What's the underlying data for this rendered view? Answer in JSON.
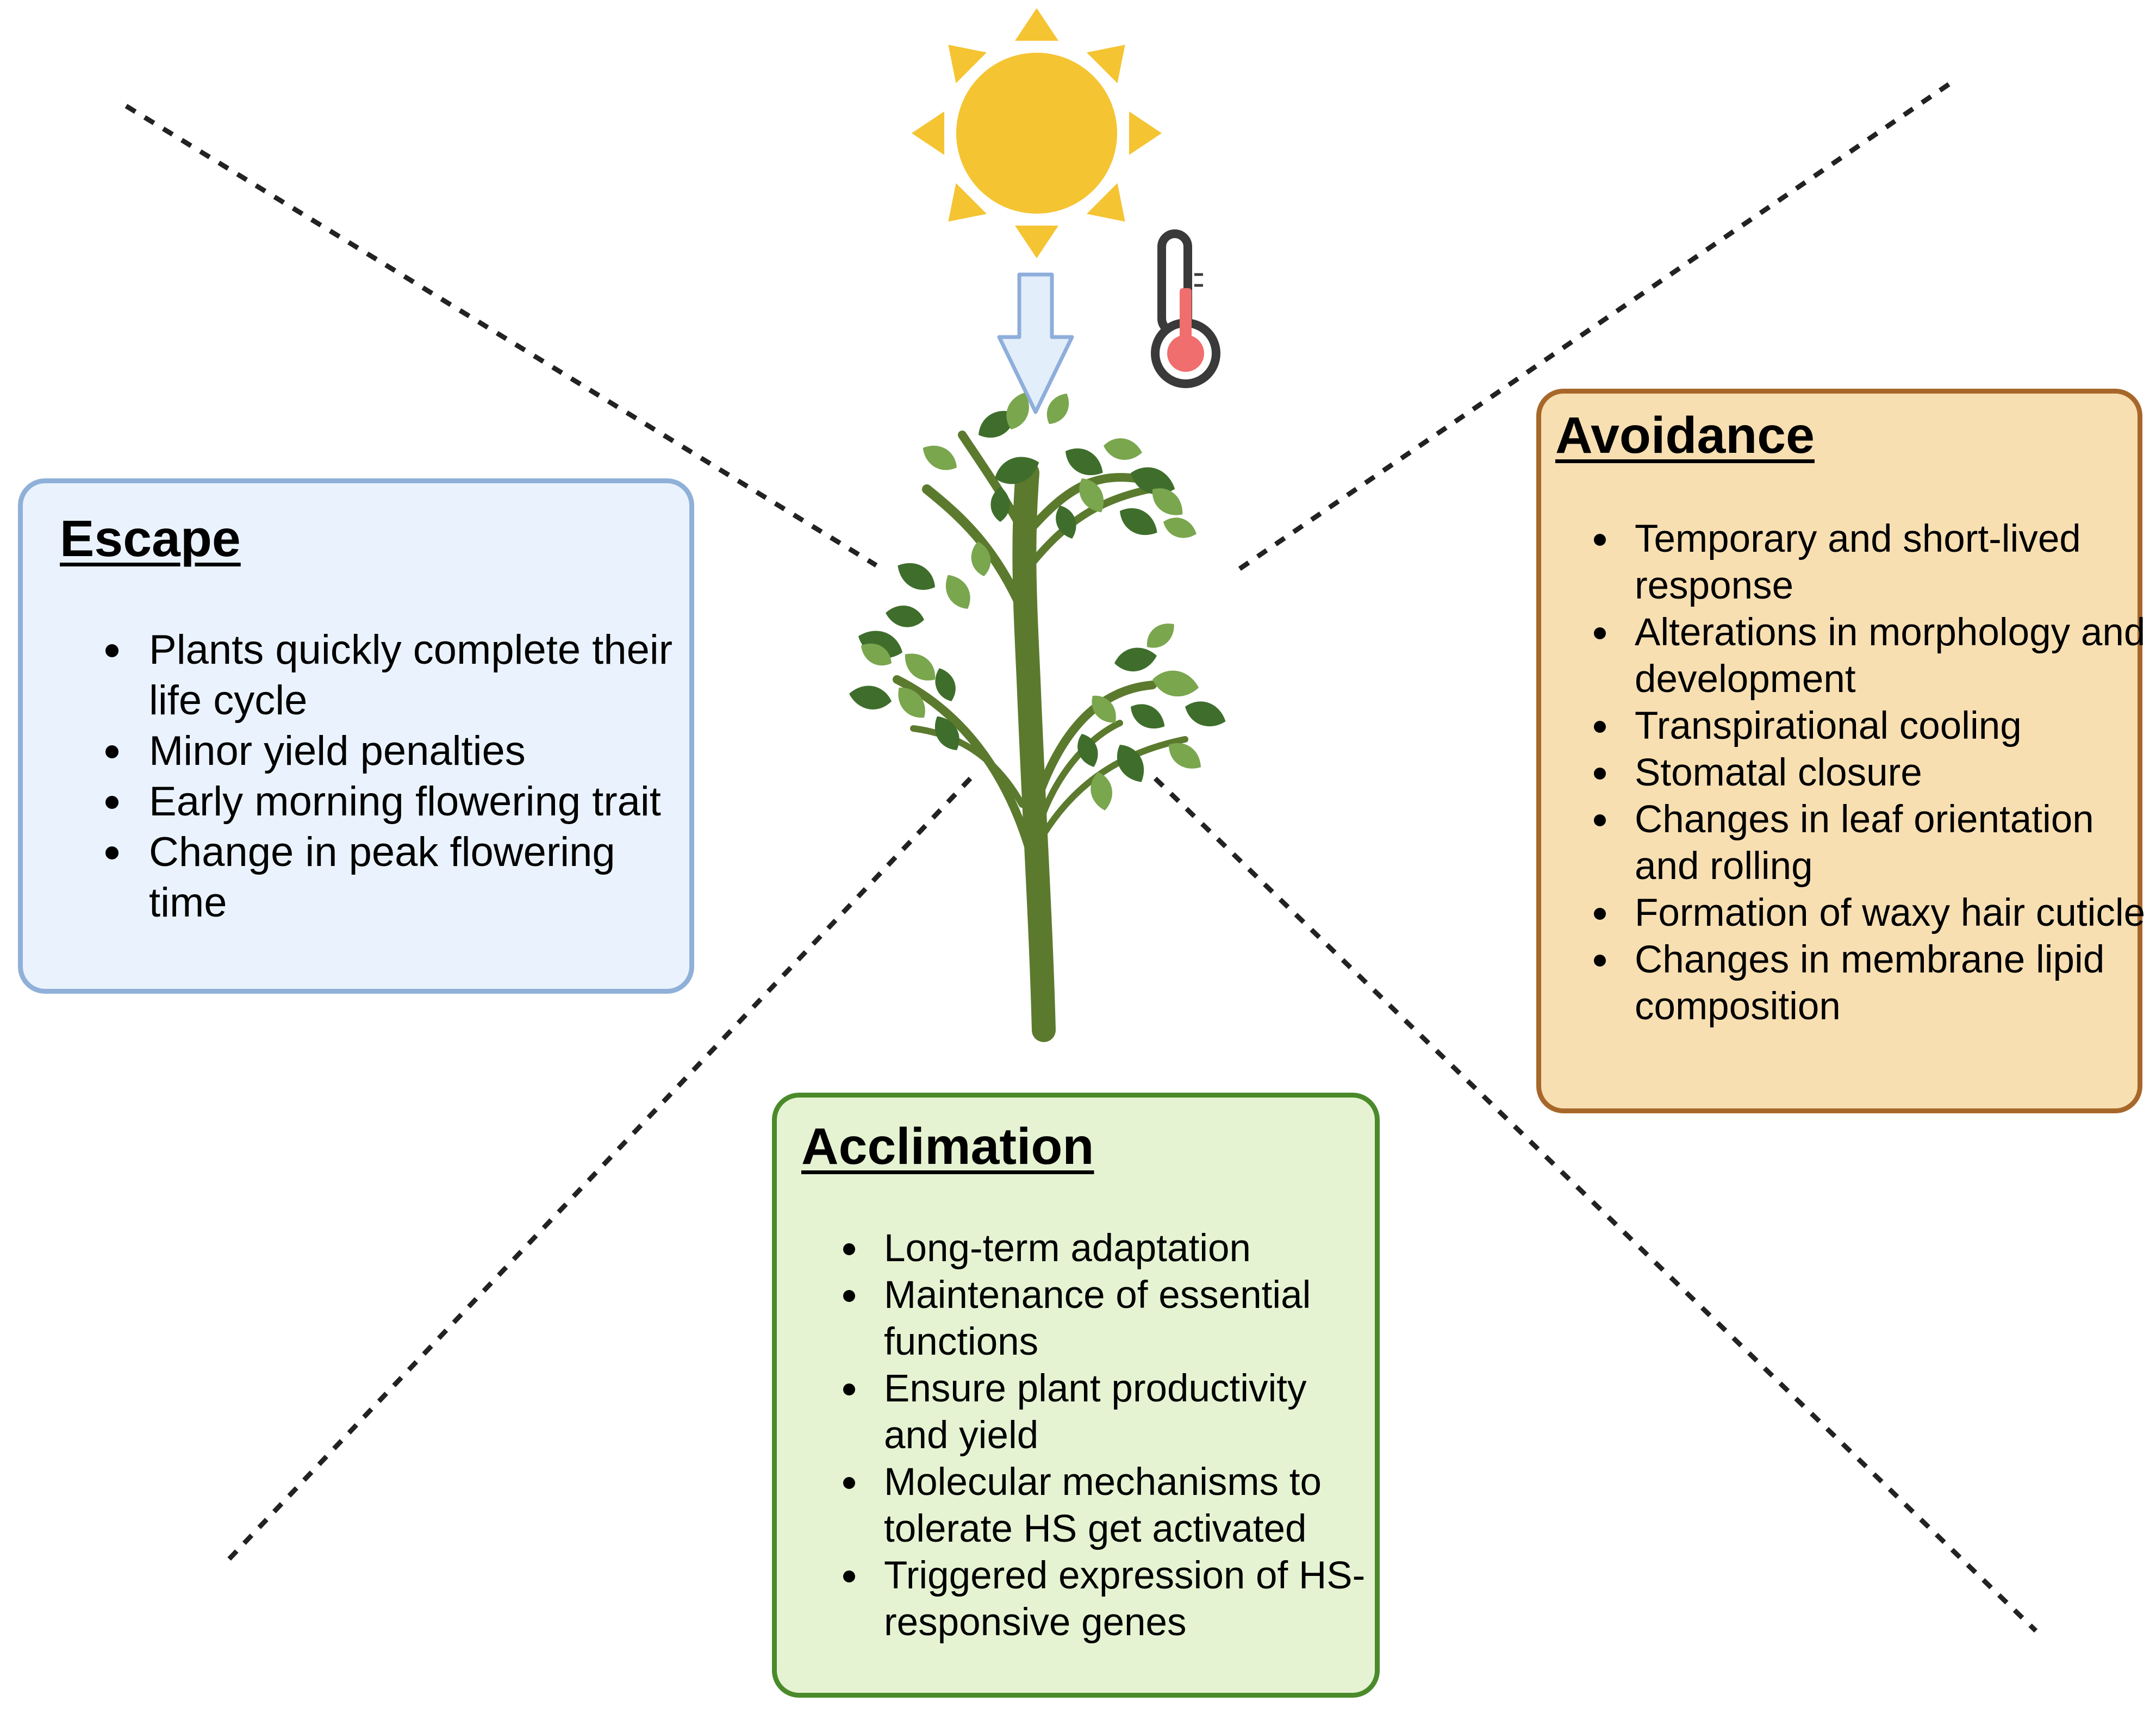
{
  "colors": {
    "sun": "#f5c432",
    "arrow_fill": "#e3eefb",
    "arrow_stroke": "#8eaedb",
    "thermometer": "#f06e6e",
    "stem": "#5b7a2e",
    "leaf_dark": "#3f6e2c",
    "leaf_light": "#7aa64e"
  },
  "icons": [
    "sun-icon",
    "heat-arrow-icon",
    "thermometer-icon",
    "plant-icon"
  ],
  "escape": {
    "title": "Escape",
    "items": [
      "Plants quickly complete their life cycle",
      "Minor yield penalties",
      "Early morning flowering trait",
      "Change in peak flowering time"
    ]
  },
  "avoidance": {
    "title": "Avoidance",
    "items": [
      "Temporary and short-lived response",
      "Alterations in morphology and development",
      "Transpirational cooling",
      "Stomatal closure",
      "Changes in leaf orientation and rolling",
      "Formation of waxy hair cuticle",
      "Changes in membrane lipid composition"
    ]
  },
  "acclimation": {
    "title": "Acclimation",
    "items": [
      "Long-term adaptation",
      "Maintenance of essential functions",
      "Ensure plant productivity and yield",
      "Molecular mechanisms to tolerate HS get activated",
      "Triggered expression of HS-responsive genes"
    ]
  }
}
